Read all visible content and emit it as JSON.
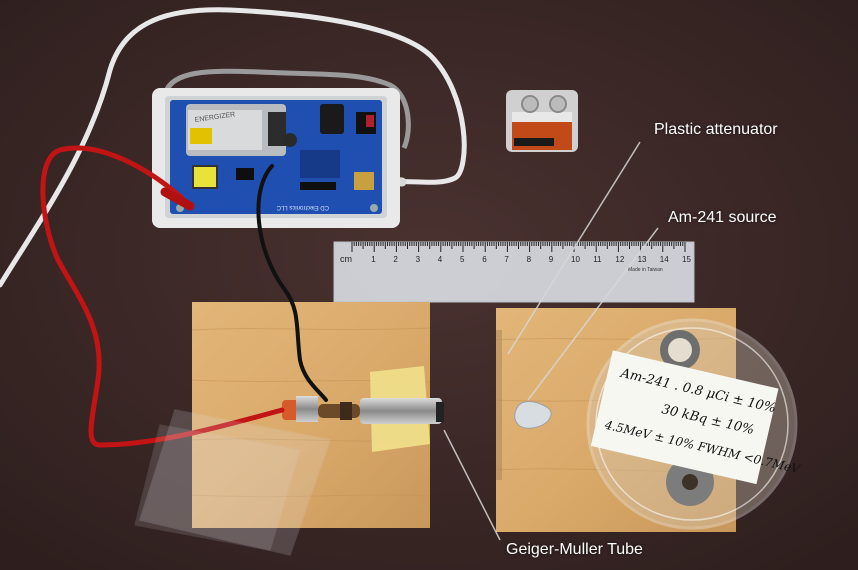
{
  "callouts": {
    "plastic_attenuator": "Plastic attenuator",
    "am241_source": "Am-241 source",
    "gm_tube": "Geiger-Muller Tube"
  },
  "handwritten_note": {
    "line1": "Am-241 . 0.8 μCi ± 10%",
    "line2": "30 kBq ± 10%",
    "line3": "4.5MeV ± 10% FWHM <0.7MeV"
  },
  "ruler": {
    "unit": "cm",
    "numbers": [
      "1",
      "2",
      "3",
      "4",
      "5",
      "6",
      "7",
      "8",
      "9",
      "10",
      "11",
      "12",
      "13",
      "14",
      "15"
    ],
    "maker": "Made in Taiwan"
  },
  "board_text": "CD Electronics LLC",
  "colors": {
    "table": "#3a2826",
    "wood": "#d9a96a",
    "red_wire": "#c21414",
    "white_cable": "#e8e8e8",
    "pcb": "#1f4fb0",
    "callout_text": "#ffffff"
  }
}
